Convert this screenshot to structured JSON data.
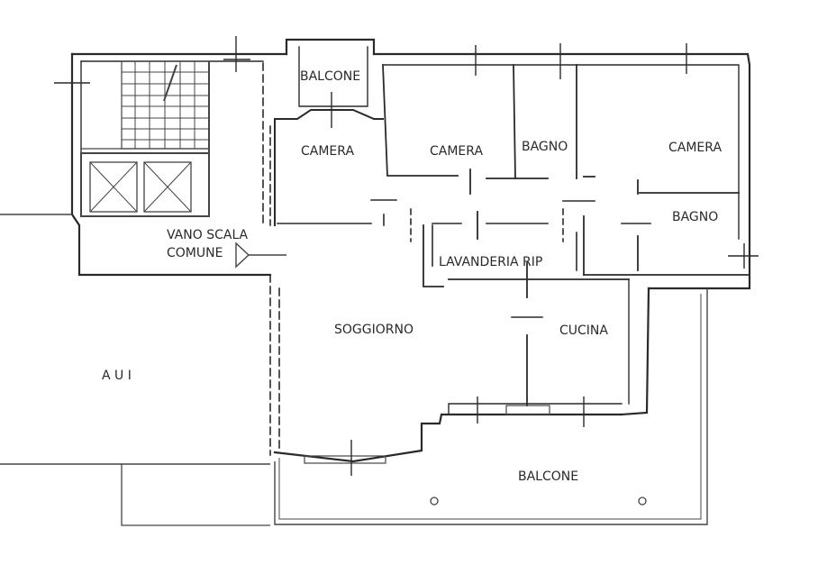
{
  "plan": {
    "rooms": {
      "balcone_top": "BALCONE",
      "camera_1": "CAMERA",
      "camera_2": "CAMERA",
      "bagno_1": "BAGNO",
      "camera_3": "CAMERA",
      "bagno_2": "BAGNO",
      "vano_scala_1": "VANO SCALA",
      "vano_scala_2": "COMUNE",
      "lavanderia": "LAVANDERIA RIP",
      "soggiorno": "SOGGIORNO",
      "cucina": "CUCINA",
      "aui": "A U I",
      "balcone_bottom": "BALCONE"
    }
  }
}
